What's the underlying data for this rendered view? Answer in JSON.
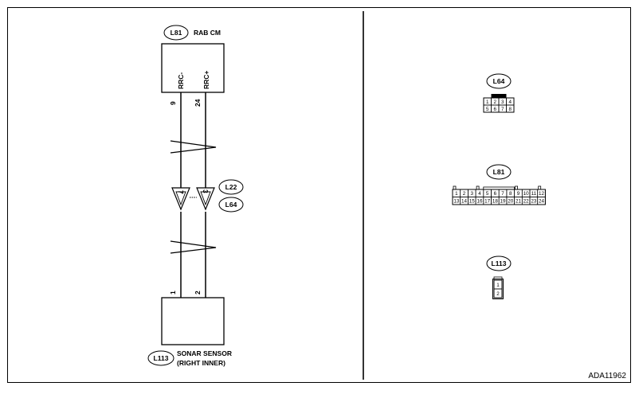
{
  "left_diagram": {
    "module": {
      "connector": "L81",
      "name": "RAB CM"
    },
    "terminals": [
      {
        "signal": "RRC-",
        "pin": "9"
      },
      {
        "signal": "RRC+",
        "pin": "24"
      }
    ],
    "inline_connectors": [
      {
        "connector": "L22"
      },
      {
        "connector": "L64"
      }
    ],
    "inline_pins": [
      "7",
      "3"
    ],
    "sensor": {
      "connector": "L113",
      "name_line1": "SONAR SENSOR",
      "name_line2": "(RIGHT INNER)"
    },
    "sensor_pins": [
      "1",
      "2"
    ]
  },
  "right_diagram": {
    "connectors": [
      {
        "tag": "L64",
        "rows": [
          [
            "1",
            "2",
            "3",
            "4"
          ],
          [
            "5",
            "6",
            "7",
            "8"
          ]
        ]
      },
      {
        "tag": "L81",
        "rows": [
          [
            "1",
            "2",
            "3",
            "4",
            "5",
            "6",
            "7",
            "8",
            "9",
            "10",
            "11",
            "12"
          ],
          [
            "13",
            "14",
            "15",
            "16",
            "17",
            "18",
            "19",
            "20",
            "21",
            "22",
            "23",
            "24"
          ]
        ]
      },
      {
        "tag": "L113",
        "rows": [
          [
            "1"
          ],
          [
            "2"
          ]
        ]
      }
    ]
  },
  "figure_id": "ADA11962"
}
